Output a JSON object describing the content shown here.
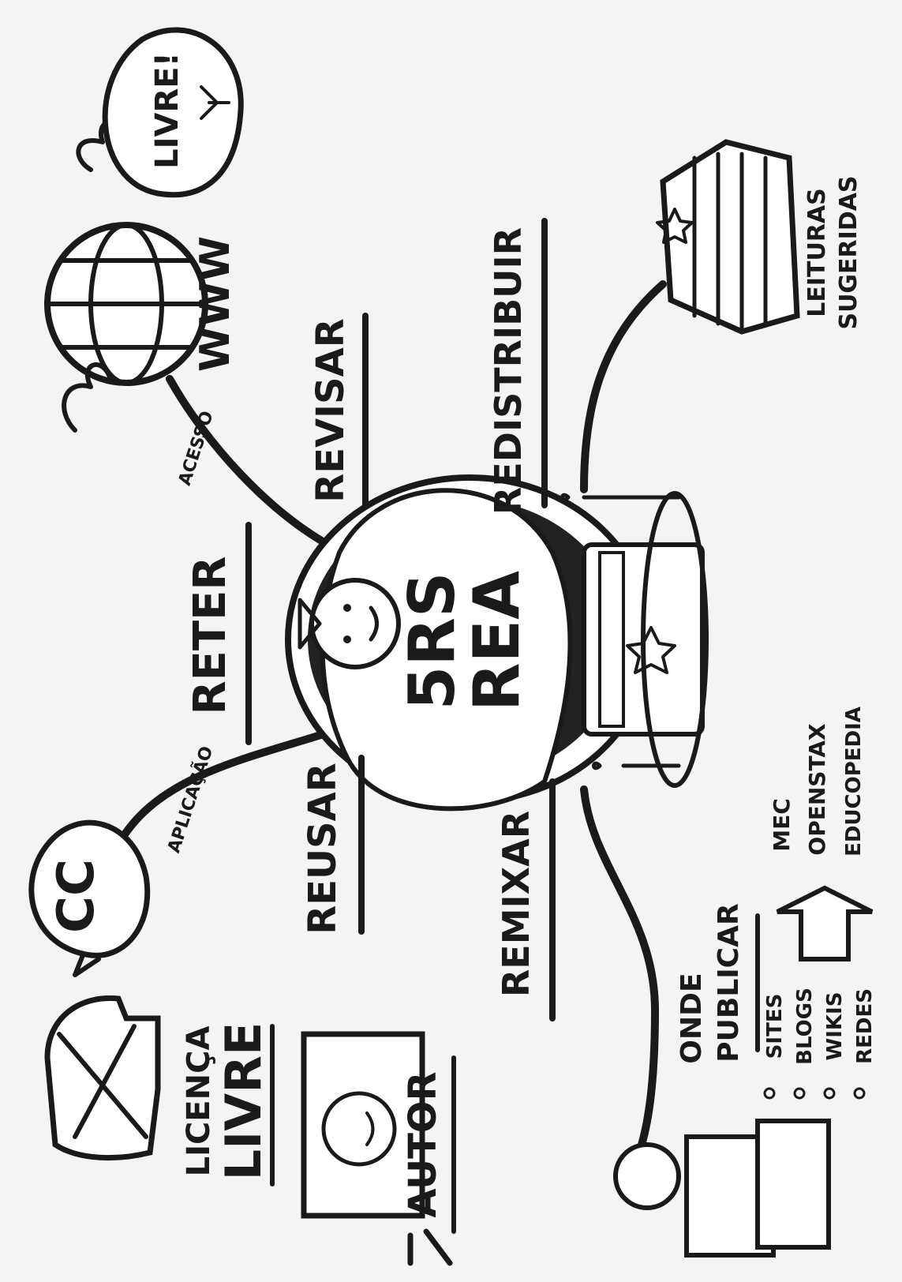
{
  "center": {
    "line1": "5RS",
    "line2": "REA"
  },
  "rs": {
    "reter": "RETER",
    "reusar": "REUSAR",
    "revisar": "REVISAR",
    "remixar": "REMIXAR",
    "redistribuir": "REDISTRIBUIR"
  },
  "cc": {
    "symbol": "CC",
    "connector": "APLICAÇÃO"
  },
  "www": {
    "label": "WWW",
    "connector": "ACESSO",
    "bubble": "LIVRE!"
  },
  "licenca": {
    "line1": "LICENÇA",
    "line2": "LIVRE"
  },
  "autor": {
    "label": "AUTOR"
  },
  "leituras": {
    "line1": "LEITURAS",
    "line2": "SUGERIDAS"
  },
  "publicar": {
    "line1": "ONDE",
    "line2": "PUBLICAR",
    "items": [
      "SITES",
      "BLOGS",
      "WIKIS",
      "REDES"
    ],
    "examples": [
      "MEC",
      "OPENSTAX",
      "EDUCOPEDIA"
    ]
  },
  "colors": {
    "ink": "#1a1a1a",
    "paper": "#f4f4f4",
    "dark_fill": "#222222"
  }
}
